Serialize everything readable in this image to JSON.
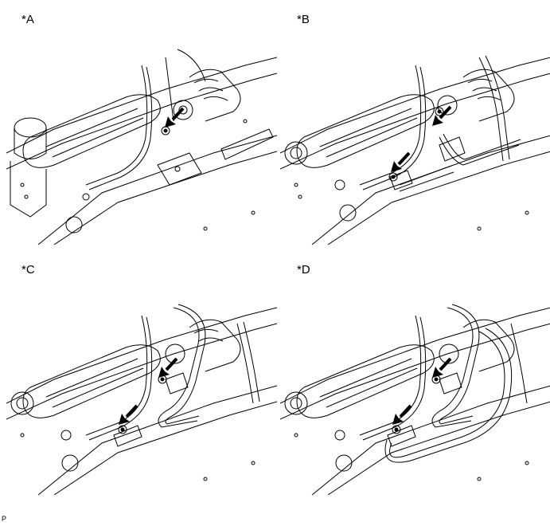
{
  "panels": [
    {
      "label": "*A"
    },
    {
      "label": "*B"
    },
    {
      "label": "*C"
    },
    {
      "label": "*D"
    }
  ],
  "footer": {
    "code": "P"
  },
  "colors": {
    "line": "#000000",
    "background": "#ffffff",
    "arrow": "#000000"
  }
}
